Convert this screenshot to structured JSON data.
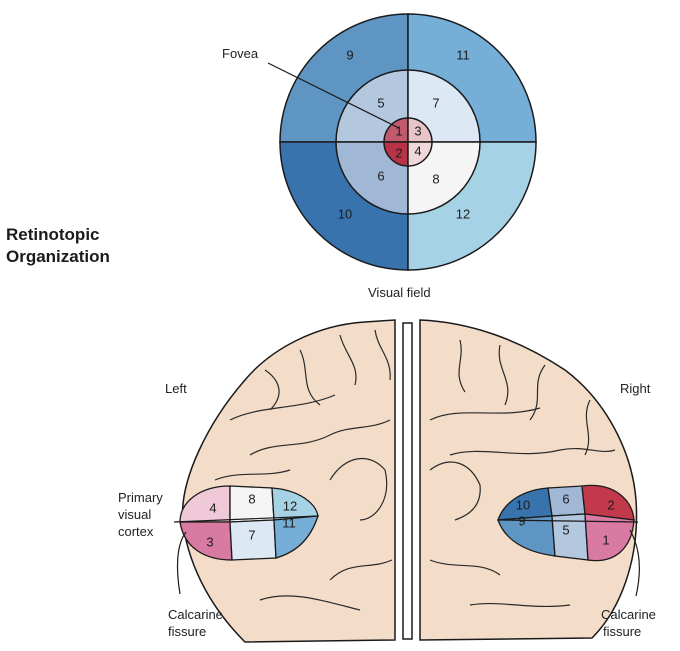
{
  "title": {
    "line1": "Retinotopic",
    "line2": "Organization"
  },
  "visual_field": {
    "caption": "Visual field",
    "fovea_label": "Fovea",
    "sectors": [
      "1",
      "2",
      "3",
      "4",
      "5",
      "6",
      "7",
      "8",
      "9",
      "10",
      "11",
      "12"
    ]
  },
  "brain_left": {
    "label": "Left",
    "cortex_label": [
      "Primary",
      "visual",
      "cortex"
    ],
    "fissure_label": [
      "Calcarine",
      "fissure"
    ],
    "regions": [
      "4",
      "3",
      "8",
      "7",
      "12",
      "11"
    ]
  },
  "brain_right": {
    "label": "Right",
    "fissure_label": [
      "Calcarine",
      "fissure"
    ],
    "regions": [
      "10",
      "9",
      "6",
      "5",
      "2",
      "1"
    ]
  },
  "colors": {
    "fovea_upper": "#c25a6e",
    "fovea_lower": "#b93346",
    "region_9": "#5f95c2",
    "region_10": "#3873ad",
    "region_11": "#75aed6",
    "region_12": "#a6d2e6",
    "region_5": "#b3c7df",
    "region_6": "#a0b7d5",
    "region_7": "#dce8f3",
    "region_8": "#f4f5f4",
    "brain": "#f3dcc8",
    "region_pink_light": "#f0c9d9",
    "region_pink": "#d87aa2",
    "region_red": "#c2394b"
  }
}
